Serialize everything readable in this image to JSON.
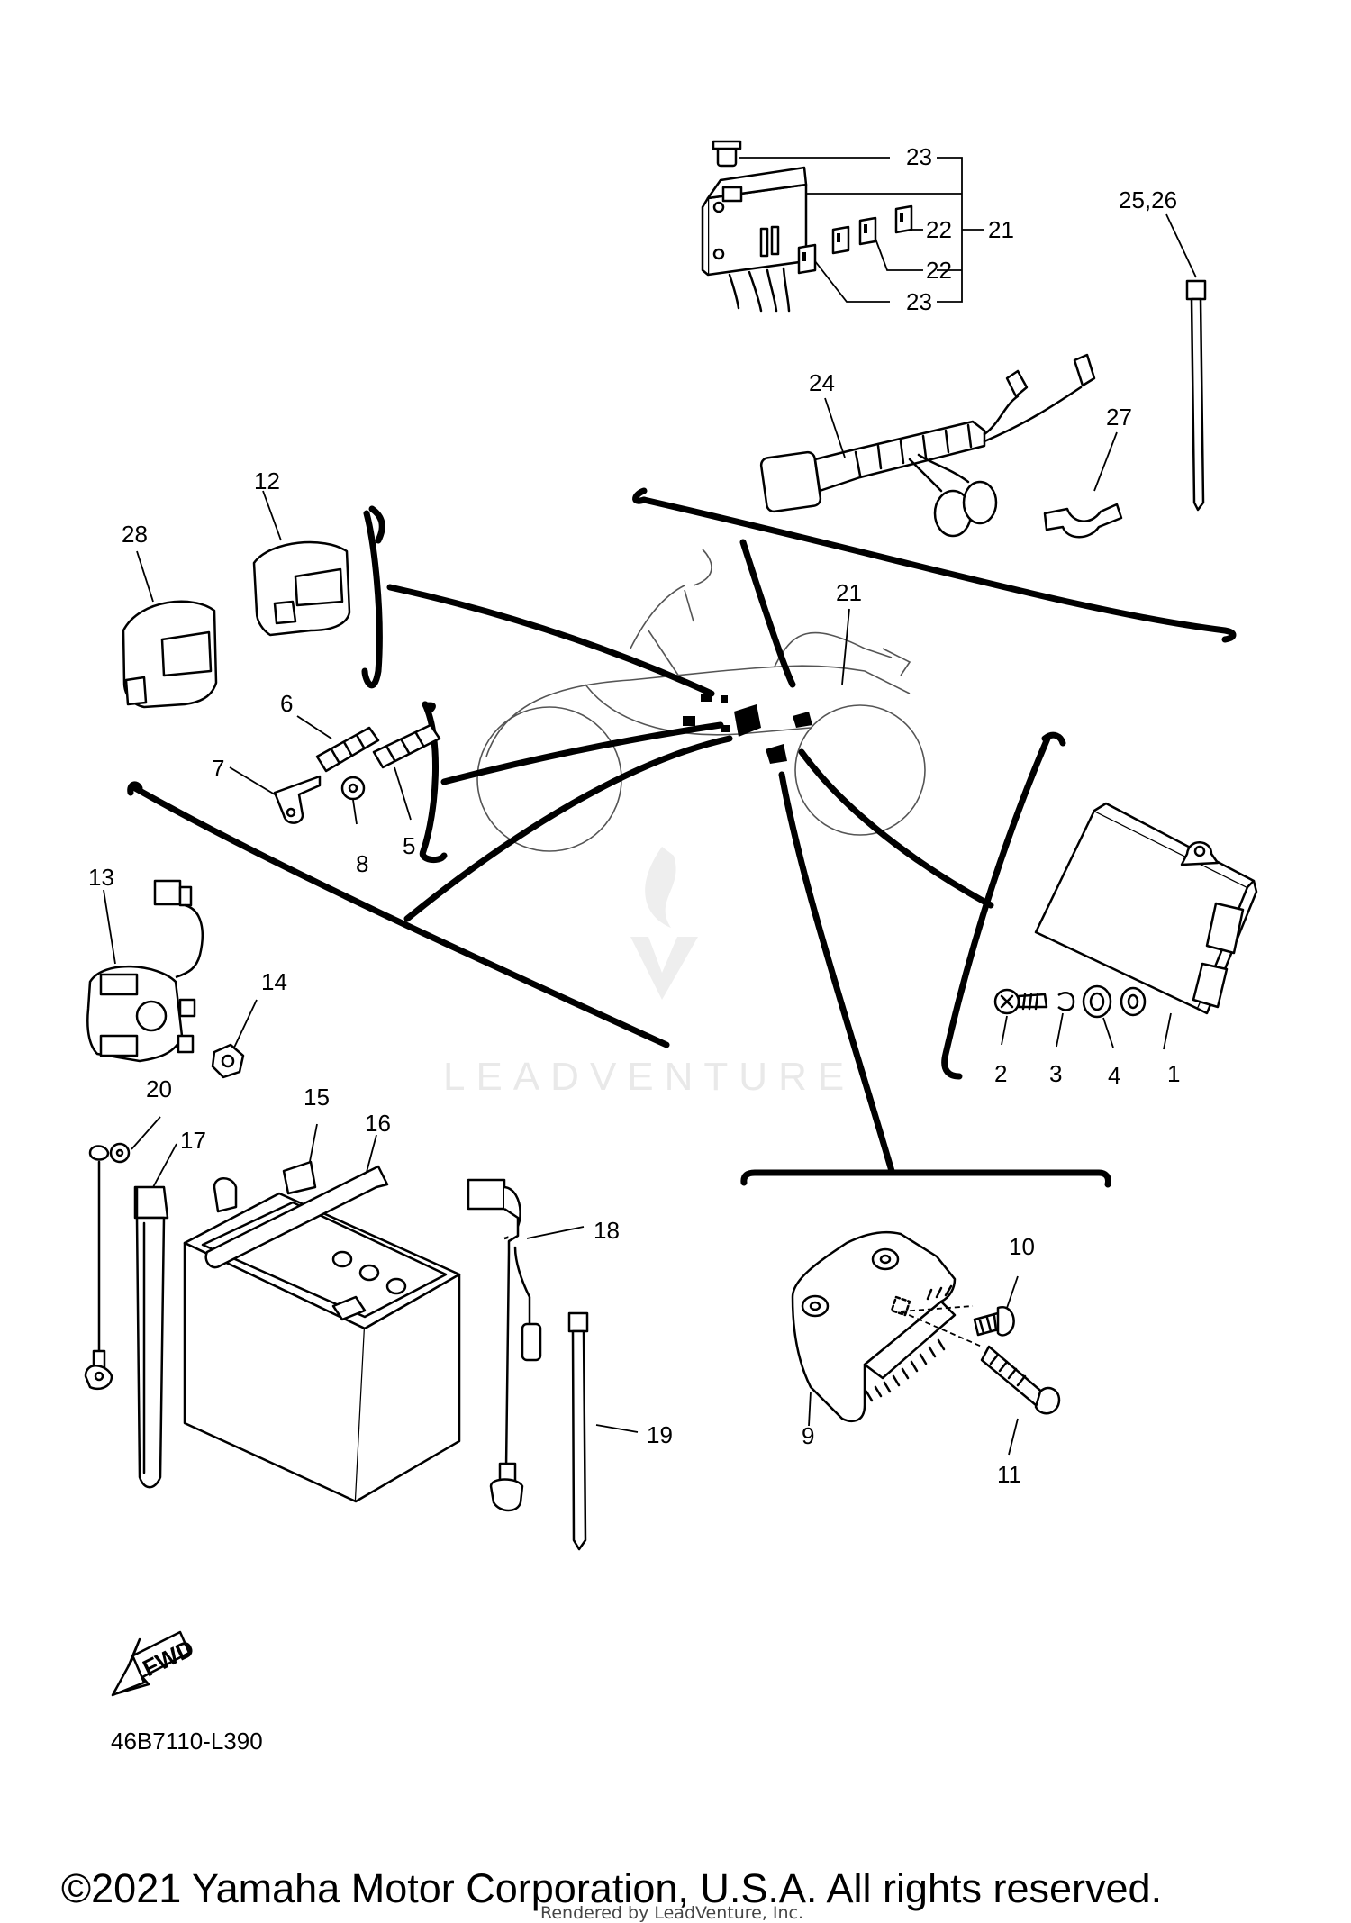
{
  "diagram_code": "46B7110-L390",
  "fwd_label": "FWD",
  "watermark": "LEADVENTURE",
  "copyright": "©2021 Yamaha Motor Corporation, U.S.A. All rights reserved.",
  "rendered_by": "Rendered by LeadVenture, Inc.",
  "callouts": {
    "c1": "1",
    "c2": "2",
    "c3": "3",
    "c4": "4",
    "c5": "5",
    "c6": "6",
    "c7": "7",
    "c8": "8",
    "c9": "9",
    "c10": "10",
    "c11": "11",
    "c12": "12",
    "c13": "13",
    "c14": "14",
    "c15": "15",
    "c16": "16",
    "c17": "17",
    "c18": "18",
    "c19": "19",
    "c20": "20",
    "c21_fuse": "21",
    "c21_bike": "21",
    "c22_a": "22",
    "c22_b": "22",
    "c23_a": "23",
    "c23_b": "23",
    "c24": "24",
    "c25_26": "25,26",
    "c27": "27",
    "c28": "28"
  }
}
